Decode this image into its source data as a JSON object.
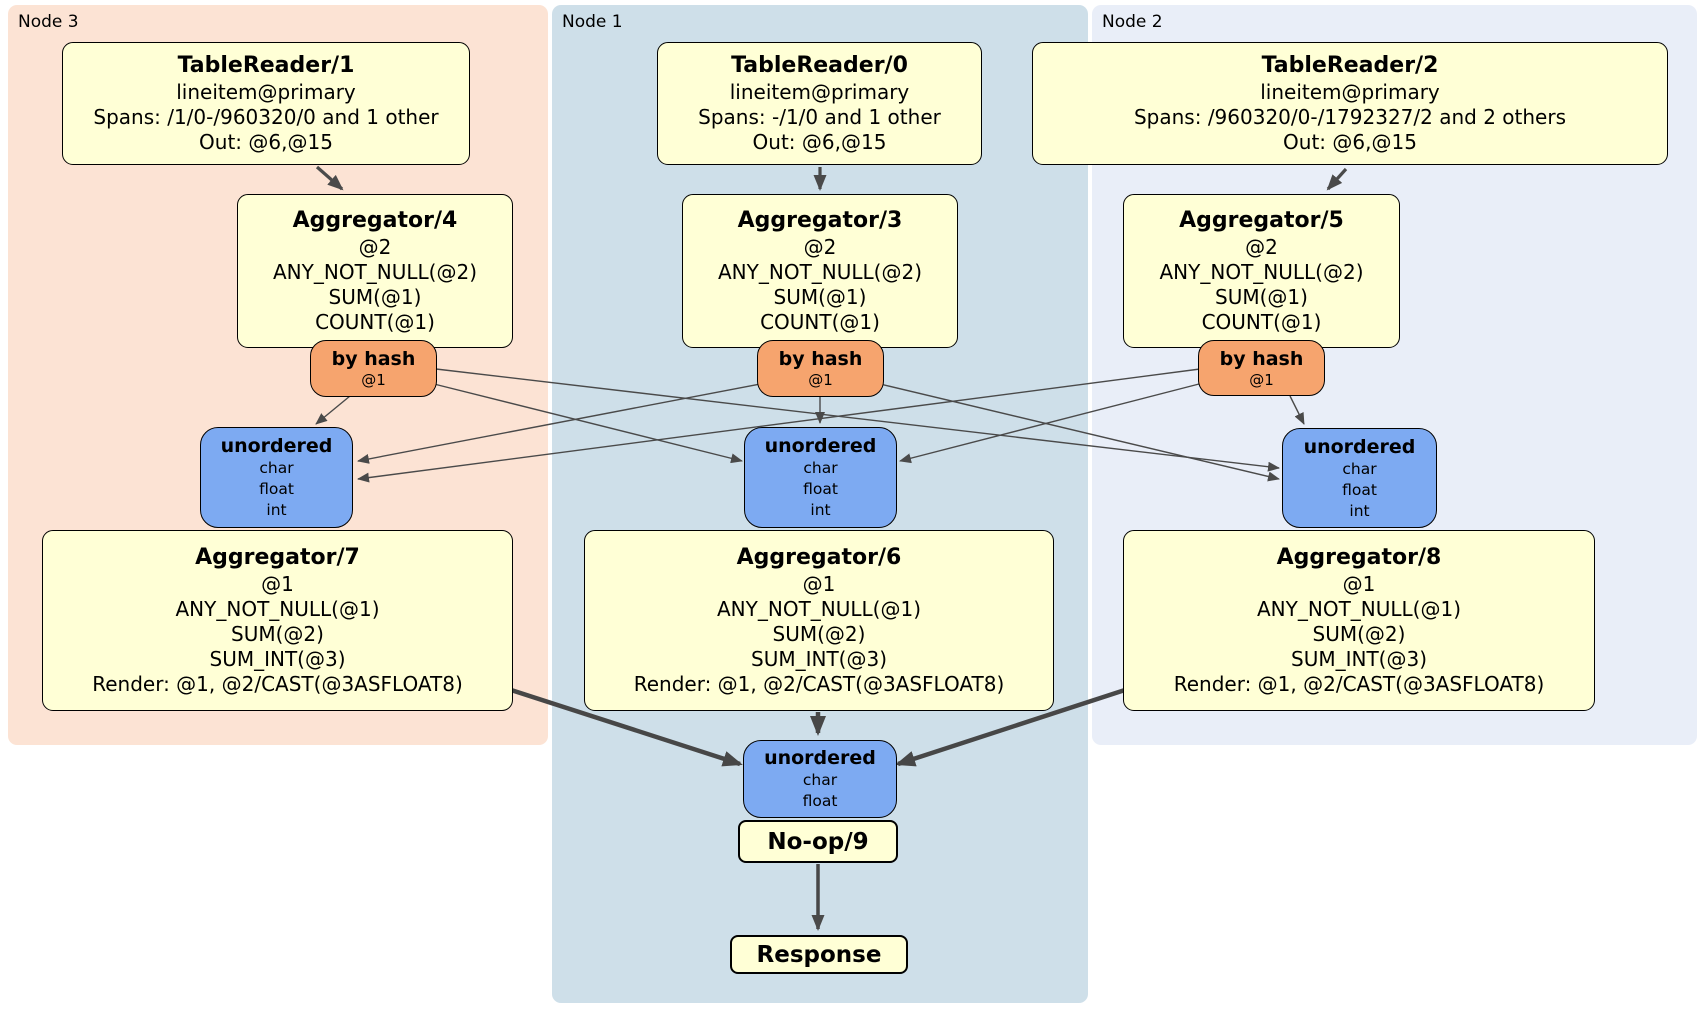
{
  "colors": {
    "node3_bg": "#fce3d4",
    "node1_bg": "#cedfe9",
    "node2_bg": "#e9eef8",
    "processor_bg": "#ffffd6",
    "router_bg": "#f6a46e",
    "sync_bg": "#7daaf2",
    "edge": "#4a4a4a"
  },
  "regions": [
    {
      "label": "Node 3",
      "tablereader": {
        "title": "TableReader/1",
        "lines": [
          "lineitem@primary",
          "Spans: /1/0-/960320/0 and 1 other",
          "Out: @6,@15"
        ]
      },
      "aggregator_top": {
        "title": "Aggregator/4",
        "lines": [
          "@2",
          "ANY_NOT_NULL(@2)",
          "SUM(@1)",
          "COUNT(@1)"
        ]
      },
      "router": {
        "title": "by hash",
        "detail": "@1"
      },
      "sync": {
        "title": "unordered",
        "lines": [
          "char",
          "float",
          "int"
        ]
      },
      "aggregator_bottom": {
        "title": "Aggregator/7",
        "lines": [
          "@1",
          "ANY_NOT_NULL(@1)",
          "SUM(@2)",
          "SUM_INT(@3)",
          "Render: @1, @2/CAST(@3ASFLOAT8)"
        ]
      }
    },
    {
      "label": "Node 1",
      "tablereader": {
        "title": "TableReader/0",
        "lines": [
          "lineitem@primary",
          "Spans: -/1/0 and 1 other",
          "Out: @6,@15"
        ]
      },
      "aggregator_top": {
        "title": "Aggregator/3",
        "lines": [
          "@2",
          "ANY_NOT_NULL(@2)",
          "SUM(@1)",
          "COUNT(@1)"
        ]
      },
      "router": {
        "title": "by hash",
        "detail": "@1"
      },
      "sync": {
        "title": "unordered",
        "lines": [
          "char",
          "float",
          "int"
        ]
      },
      "aggregator_bottom": {
        "title": "Aggregator/6",
        "lines": [
          "@1",
          "ANY_NOT_NULL(@1)",
          "SUM(@2)",
          "SUM_INT(@3)",
          "Render: @1, @2/CAST(@3ASFLOAT8)"
        ]
      },
      "final_sync": {
        "title": "unordered",
        "lines": [
          "char",
          "float"
        ]
      },
      "noop": {
        "title": "No-op/9"
      },
      "response": {
        "title": "Response"
      }
    },
    {
      "label": "Node 2",
      "tablereader": {
        "title": "TableReader/2",
        "lines": [
          "lineitem@primary",
          "Spans: /960320/0-/1792327/2 and 2 others",
          "Out: @6,@15"
        ]
      },
      "aggregator_top": {
        "title": "Aggregator/5",
        "lines": [
          "@2",
          "ANY_NOT_NULL(@2)",
          "SUM(@1)",
          "COUNT(@1)"
        ]
      },
      "router": {
        "title": "by hash",
        "detail": "@1"
      },
      "sync": {
        "title": "unordered",
        "lines": [
          "char",
          "float",
          "int"
        ]
      },
      "aggregator_bottom": {
        "title": "Aggregator/8",
        "lines": [
          "@1",
          "ANY_NOT_NULL(@1)",
          "SUM(@2)",
          "SUM_INT(@3)",
          "Render: @1, @2/CAST(@3ASFLOAT8)"
        ]
      }
    }
  ]
}
